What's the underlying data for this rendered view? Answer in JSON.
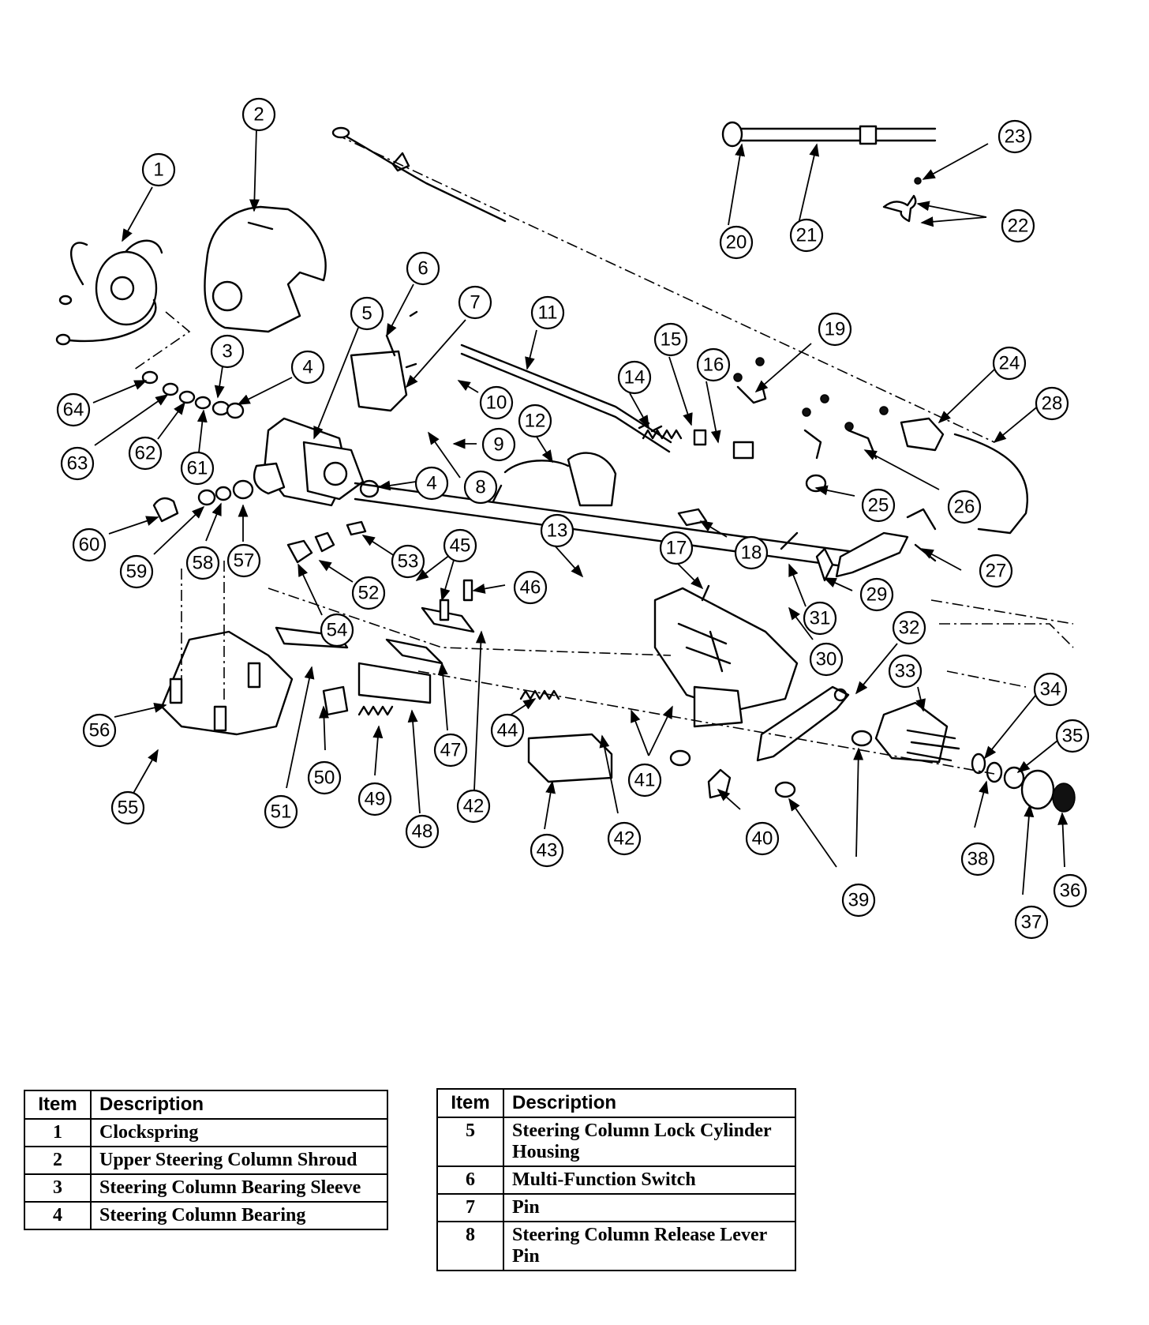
{
  "callouts": [
    "1",
    "2",
    "3",
    "4",
    "4",
    "5",
    "6",
    "7",
    "8",
    "9",
    "10",
    "11",
    "12",
    "13",
    "14",
    "15",
    "16",
    "17",
    "18",
    "19",
    "20",
    "21",
    "22",
    "23",
    "24",
    "25",
    "26",
    "27",
    "28",
    "29",
    "30",
    "31",
    "32",
    "33",
    "34",
    "35",
    "36",
    "37",
    "38",
    "39",
    "40",
    "41",
    "42",
    "42",
    "43",
    "44",
    "45",
    "46",
    "47",
    "48",
    "49",
    "50",
    "51",
    "52",
    "53",
    "54",
    "55",
    "56",
    "57",
    "58",
    "59",
    "60",
    "61",
    "62",
    "63",
    "64"
  ],
  "legend_left": {
    "header_item": "Item",
    "header_desc": "Description",
    "rows": [
      {
        "item": "1",
        "desc": "Clockspring"
      },
      {
        "item": "2",
        "desc": "Upper Steering Column Shroud"
      },
      {
        "item": "3",
        "desc": "Steering Column Bearing Sleeve"
      },
      {
        "item": "4",
        "desc": "Steering Column Bearing"
      }
    ]
  },
  "legend_right": {
    "header_item": "Item",
    "header_desc": "Description",
    "rows": [
      {
        "item": "5",
        "desc": "Steering Column Lock Cylinder Housing"
      },
      {
        "item": "6",
        "desc": "Multi-Function Switch"
      },
      {
        "item": "7",
        "desc": "Pin"
      },
      {
        "item": "8",
        "desc": "Steering Column Release Lever Pin"
      }
    ]
  }
}
